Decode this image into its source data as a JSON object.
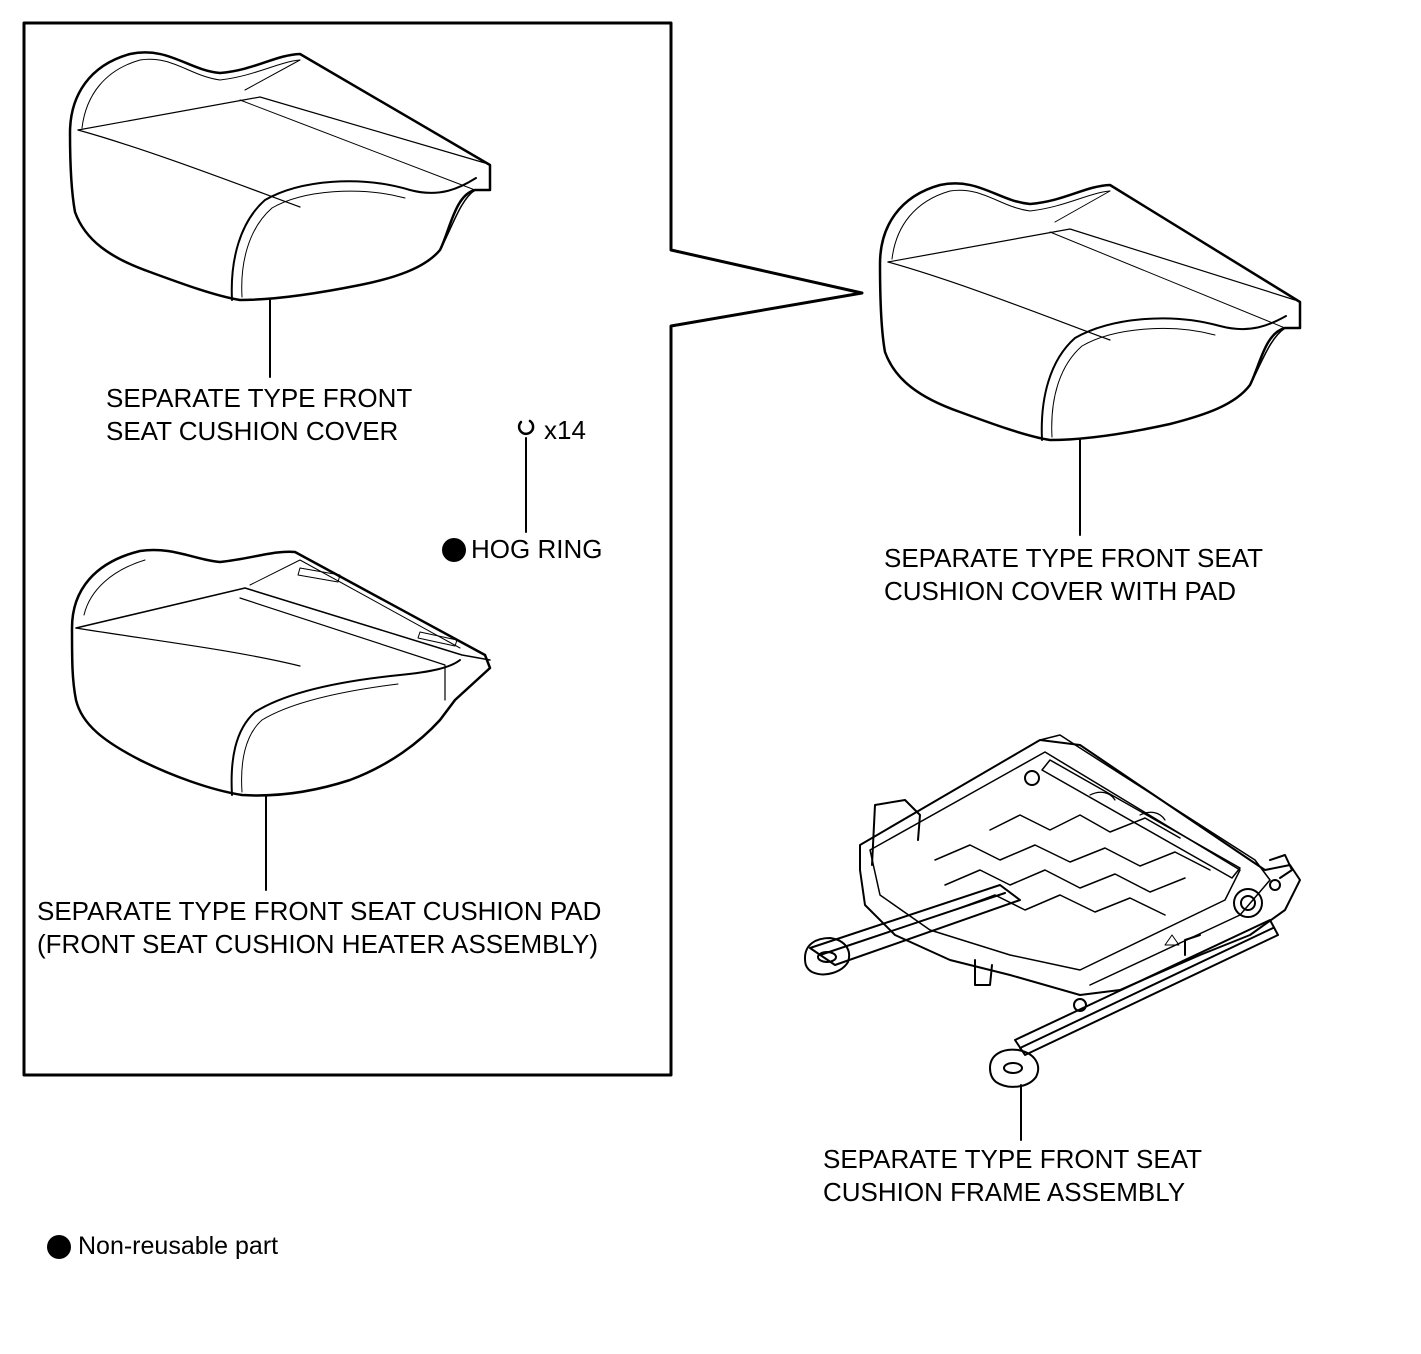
{
  "labels": {
    "cushion_cover": [
      "SEPARATE TYPE FRONT",
      "SEAT CUSHION COVER"
    ],
    "hog_ring_qty": "x14",
    "hog_ring": "HOG RING",
    "cushion_pad": [
      "SEPARATE TYPE FRONT SEAT CUSHION PAD",
      "(FRONT SEAT CUSHION HEATER ASSEMBLY)"
    ],
    "cover_with_pad": [
      "SEPARATE TYPE FRONT SEAT",
      "CUSHION COVER WITH PAD"
    ],
    "frame_assembly": [
      "SEPARATE TYPE FRONT SEAT",
      "CUSHION FRAME ASSEMBLY"
    ]
  },
  "legend": {
    "non_reusable": "Non-reusable part"
  },
  "colors": {
    "ink": "#000000",
    "paper": "#ffffff"
  },
  "icons": {
    "non_reusable_marker": "filled-circle-icon",
    "hog_ring": "hog-ring-icon"
  }
}
